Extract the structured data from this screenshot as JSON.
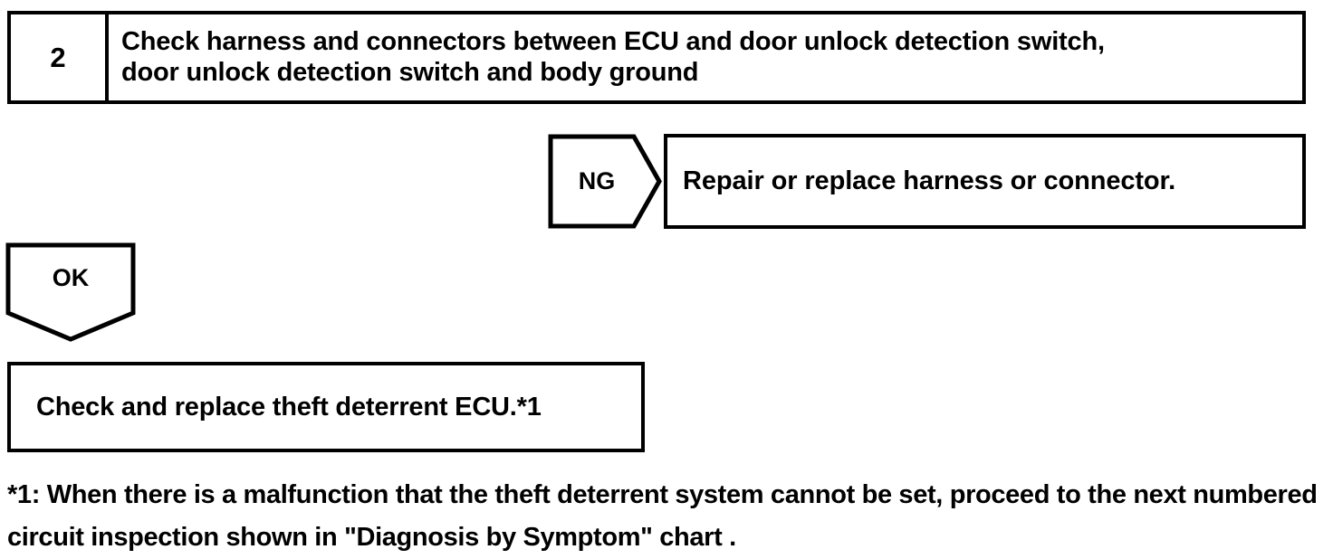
{
  "document": {
    "type": "diagnostic-flowchart",
    "background_color": "#ffffff",
    "line_color": "#000000"
  },
  "step": {
    "number": "2",
    "instruction": "Check harness and connectors between ECU and door unlock detection switch,\ndoor unlock detection switch and body ground"
  },
  "branches": {
    "ng": {
      "label": "NG",
      "shape": "pentagon-arrow-right",
      "result_text": "Repair or replace harness or connector."
    },
    "ok": {
      "label": "OK",
      "shape": "pentagon-arrow-down"
    }
  },
  "result": {
    "text": "Check and replace theft deterrent ECU.*1"
  },
  "footnote": {
    "line1_part1": "*1: When there is a malfunction that the theft deterrent system cannot be set, proceed to the next numbered",
    "line2_part1": "circuit inspection shown ",
    "line2_strong": "in \"Diagnosis by Symptom\"",
    "line2_part2": " chart ."
  }
}
